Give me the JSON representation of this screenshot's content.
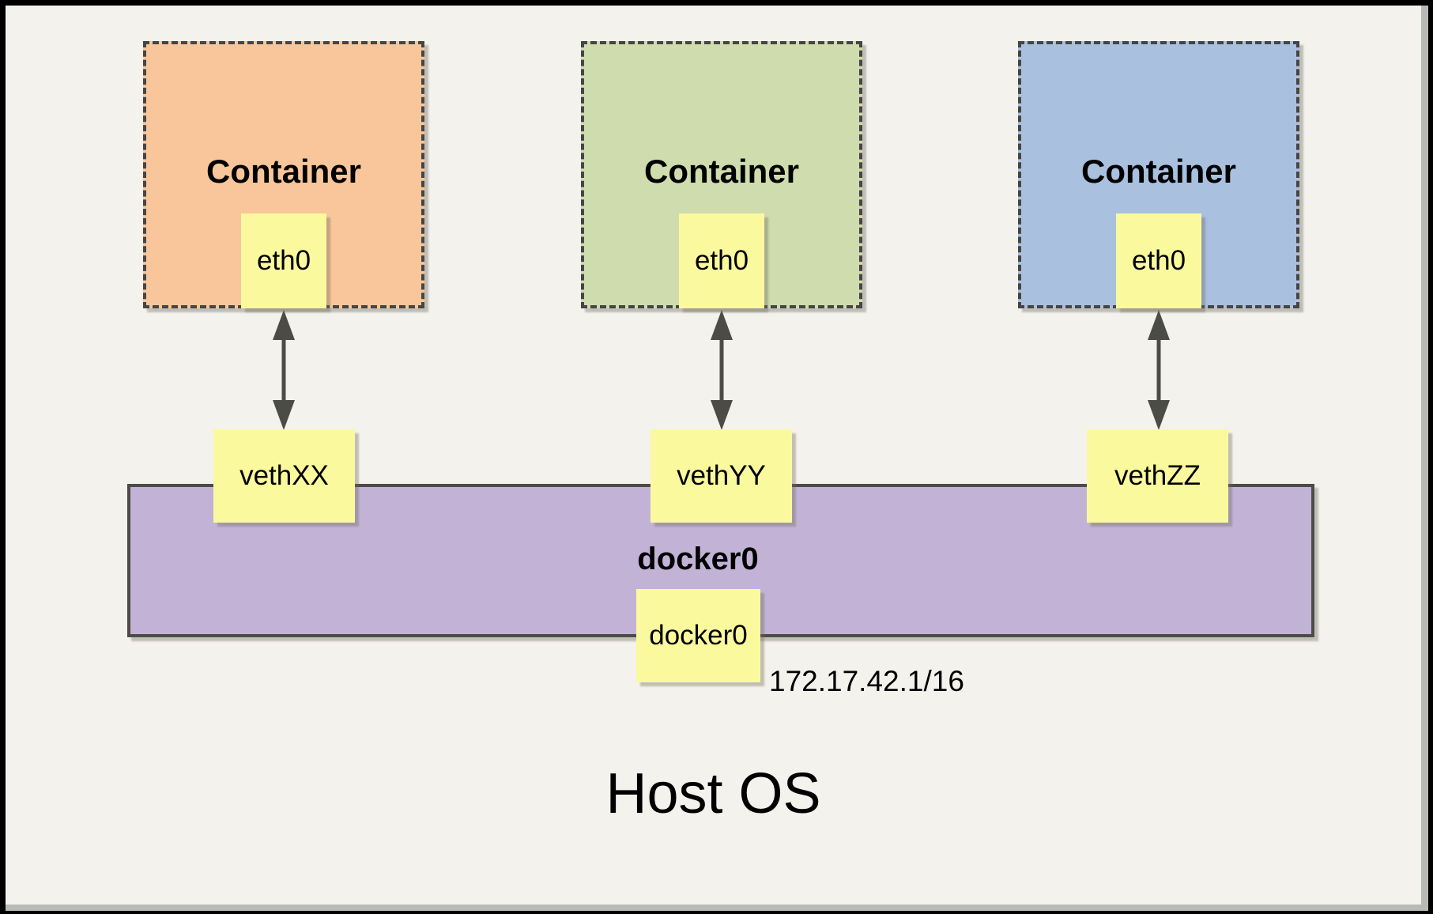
{
  "diagram": {
    "host_label": "Host OS",
    "containers": [
      {
        "label": "Container",
        "interface_label": "eth0",
        "veth_label": "vethXX",
        "fill_color": "#F8C69A"
      },
      {
        "label": "Container",
        "interface_label": "eth0",
        "veth_label": "vethYY",
        "fill_color": "#CFDCAD"
      },
      {
        "label": "Container",
        "interface_label": "eth0",
        "veth_label": "vethZZ",
        "fill_color": "#A9C0DF"
      }
    ],
    "bridge": {
      "title": "docker0",
      "interface_label": "docker0",
      "ip_address": "172.17.42.1/16",
      "fill_color": "#C2B3D6"
    },
    "colors": {
      "note_yellow": "#FBF99E",
      "line_gray": "#4C4C47",
      "canvas_background": "#F4F2EC",
      "frame_black": "#000000"
    }
  }
}
